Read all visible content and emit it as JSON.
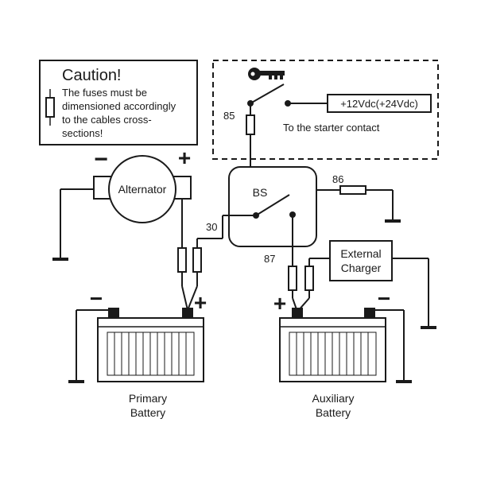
{
  "caution": {
    "title": "Caution!",
    "lines": [
      "The fuses must be",
      "dimensioned accordingly",
      "to the cables cross-",
      "sections!"
    ]
  },
  "alternator": {
    "label": "Alternator",
    "minus": "−",
    "plus": "+"
  },
  "relay": {
    "label": "BS",
    "terminal_85": "85",
    "terminal_86": "86",
    "terminal_30": "30",
    "terminal_87": "87"
  },
  "starter": {
    "voltage": "+12Vdc(+24Vdc)",
    "contact_label": "To the starter contact"
  },
  "charger": {
    "line1": "External",
    "line2": "Charger"
  },
  "primary_battery": {
    "line1": "Primary",
    "line2": "Battery",
    "minus": "−",
    "plus": "+"
  },
  "auxiliary_battery": {
    "line1": "Auxiliary",
    "line2": "Battery",
    "minus": "−",
    "plus": "+"
  }
}
